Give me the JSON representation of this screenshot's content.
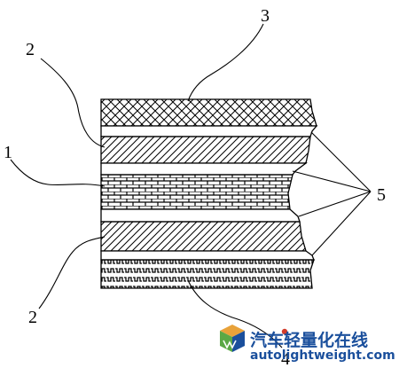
{
  "callouts": {
    "label_3": "3",
    "label_2_top": "2",
    "label_1": "1",
    "label_5": "5",
    "label_2_bottom": "2",
    "label_4": "4"
  },
  "layers": [
    {
      "name": "layer-3-crosshatch",
      "pattern": "crosshatch"
    },
    {
      "name": "layer-5-blank-1",
      "pattern": "blank"
    },
    {
      "name": "layer-2-upper-diagonal",
      "pattern": "diagonal"
    },
    {
      "name": "layer-5-blank-2",
      "pattern": "blank"
    },
    {
      "name": "layer-1-brick",
      "pattern": "brick"
    },
    {
      "name": "layer-5-blank-3",
      "pattern": "blank"
    },
    {
      "name": "layer-2-lower-diagonal",
      "pattern": "diagonal"
    },
    {
      "name": "layer-5-blank-4",
      "pattern": "blank"
    },
    {
      "name": "layer-4-castellated",
      "pattern": "castellated"
    }
  ],
  "watermark": {
    "chinese": "汽车轻量化在线",
    "url": "autolightweight.com",
    "colors": {
      "blue": "#1a4f9c",
      "orange": "#e8a23a",
      "green": "#5aa845",
      "red": "#d23a2a"
    }
  }
}
